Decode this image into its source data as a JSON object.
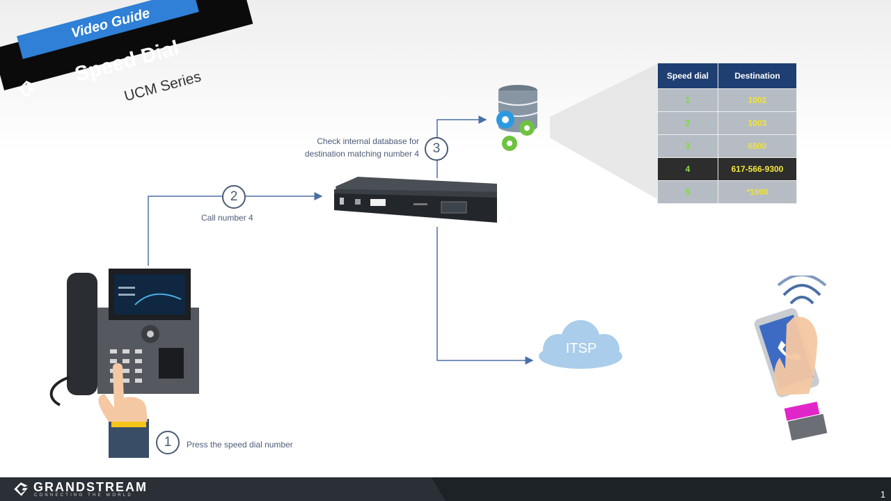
{
  "banner": {
    "video_guide": "Video Guide",
    "title": "Speed Dial",
    "series": "UCM Series"
  },
  "steps": {
    "step1": {
      "number": "1",
      "caption": "Press the speed dial number"
    },
    "step2": {
      "number": "2",
      "caption": "Call number 4"
    },
    "step3": {
      "number": "3",
      "caption_line1": "Check internal database for",
      "caption_line2": "destination matching number 4"
    }
  },
  "table": {
    "headers": [
      "Speed dial",
      "Destination"
    ],
    "rows": [
      {
        "speed_dial": "1",
        "destination": "1002"
      },
      {
        "speed_dial": "2",
        "destination": "1003"
      },
      {
        "speed_dial": "3",
        "destination": "6500"
      },
      {
        "speed_dial": "4",
        "destination": "617-566-9300"
      },
      {
        "speed_dial": "5",
        "destination": "*1000"
      }
    ],
    "highlighted_row": 4
  },
  "itsp": {
    "label": "ITSP"
  },
  "footer": {
    "brand": "GRANDSTREAM",
    "tagline": "CONNECTING THE WORLD",
    "page_number": "1"
  },
  "colors": {
    "header_bg": "#1f3f72",
    "row_bg": "#b6bcc3",
    "highlight_bg": "#2d2d2d",
    "speed_dial_text": "#7bdc3a",
    "destination_text": "#f0e33a",
    "arrow": "#4a6fa5",
    "banner_blue": "#2f80d6",
    "cloud": "#a9cdea"
  }
}
